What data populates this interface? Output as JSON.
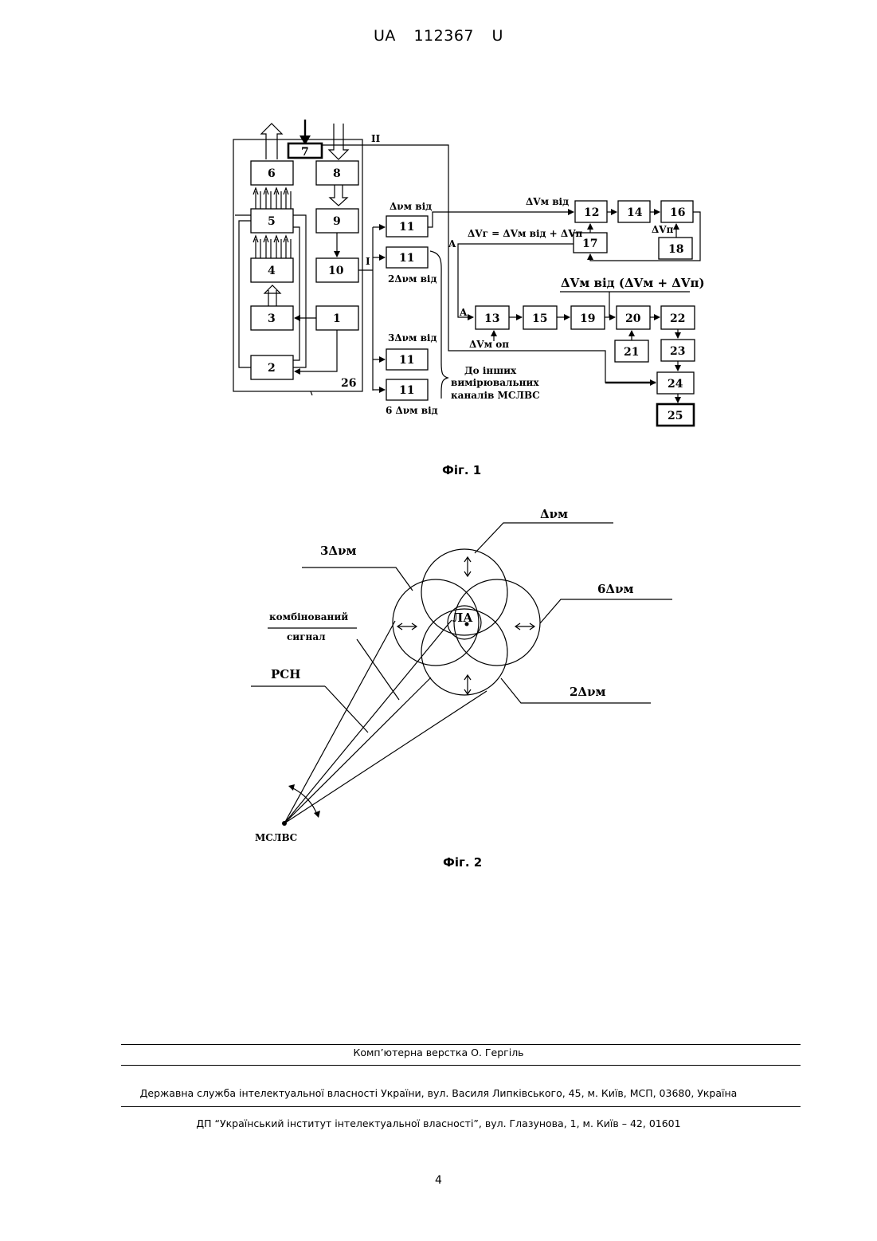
{
  "header": {
    "country": "UA",
    "number": "112367",
    "kind": "U"
  },
  "fig1": {
    "caption": "Фіг. 1",
    "blocks": [
      "1",
      "2",
      "3",
      "4",
      "5",
      "6",
      "7",
      "8",
      "9",
      "10",
      "11",
      "11",
      "11",
      "11",
      "12",
      "13",
      "14",
      "15",
      "16",
      "17",
      "18",
      "19",
      "20",
      "21",
      "22",
      "23",
      "24",
      "25"
    ],
    "frame_label": "26",
    "label_I": "I",
    "label_II": "II",
    "label_A1": "A",
    "label_A2": "A",
    "ch1": "Δνм від",
    "ch2": "2Δνм від",
    "ch3": "3Δνм від",
    "ch6": "6 Δνм від",
    "note1": "До інших",
    "note2": "вимірювальних",
    "note3": "каналів МСЛВС",
    "f12": "ΔVм від",
    "f17": "ΔVг = ΔVм від + ΔVп",
    "f16": "ΔVп",
    "f13": "ΔVм оп",
    "f20": "ΔVм від (ΔVм + ΔVп)"
  },
  "fig2": {
    "caption": "Фіг. 2",
    "top": "Δνм",
    "left": "3Δνм",
    "right": "6Δνм",
    "bottom": "2Δνм",
    "center": "ЛА",
    "combined1": "комбінований",
    "combined2": "сигнал",
    "rsn": "РСН",
    "station": "МСЛВС"
  },
  "footer": {
    "layout": "Комп’ютерна верстка О. Гергіль",
    "office": "Державна служба інтелектуальної власності України, вул. Василя Липківського, 45, м. Київ, МСП, 03680, Україна",
    "institute": "ДП “Український інститут інтелектуальної власності”, вул. Глазунова, 1, м. Київ – 42, 01601",
    "page": "4"
  }
}
